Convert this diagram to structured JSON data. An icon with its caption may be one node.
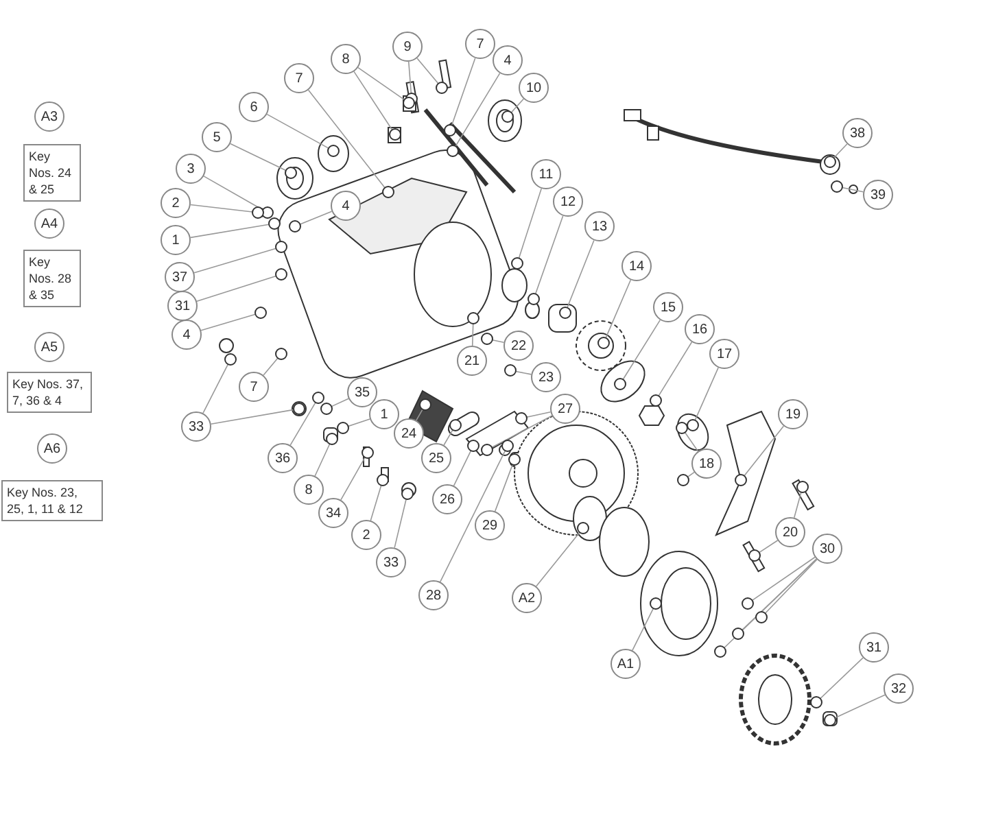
{
  "diagram": {
    "nodes": [
      {
        "text": [
          "A3"
        ]
      },
      {
        "text": [
          "Key Nos. 24 & 25"
        ]
      },
      {
        "text": [
          "A4"
        ]
      },
      {
        "text": [
          "Key Nos. 28 & 35"
        ]
      },
      {
        "text": [
          "A5"
        ]
      },
      {
        "text": [
          "Key Nos. 37, 7, 36 & 4"
        ]
      },
      {
        "text": [
          "A6"
        ]
      },
      {
        "text": [
          "Key Nos. 23, 25, 1, 11 & 12"
        ]
      },
      {
        "text": [
          "9"
        ]
      },
      {
        "text": [
          "7"
        ]
      },
      {
        "text": [
          "4"
        ]
      },
      {
        "text": [
          "8"
        ]
      },
      {
        "text": [
          "10"
        ]
      },
      {
        "text": [
          "7"
        ]
      },
      {
        "text": [
          "6"
        ]
      },
      {
        "text": [
          "5"
        ]
      },
      {
        "text": [
          "3"
        ]
      },
      {
        "text": [
          "2"
        ]
      },
      {
        "text": [
          "4"
        ]
      },
      {
        "text": [
          "1"
        ]
      },
      {
        "text": [
          "37"
        ]
      },
      {
        "text": [
          "31"
        ]
      },
      {
        "text": [
          "11"
        ]
      },
      {
        "text": [
          "12"
        ]
      },
      {
        "text": [
          "13"
        ]
      },
      {
        "text": [
          "14"
        ]
      },
      {
        "text": [
          "15"
        ]
      },
      {
        "text": [
          "16"
        ]
      },
      {
        "text": [
          "17"
        ]
      },
      {
        "text": [
          "4"
        ]
      },
      {
        "text": [
          "7"
        ]
      },
      {
        "text": [
          "22"
        ]
      },
      {
        "text": [
          "21"
        ]
      },
      {
        "text": [
          "23"
        ]
      },
      {
        "text": [
          "33"
        ]
      },
      {
        "text": [
          "35"
        ]
      },
      {
        "text": [
          "36"
        ]
      },
      {
        "text": [
          "1"
        ]
      },
      {
        "text": [
          "8"
        ]
      },
      {
        "text": [
          "34"
        ]
      },
      {
        "text": [
          "24"
        ]
      },
      {
        "text": [
          "25"
        ]
      },
      {
        "text": [
          "26"
        ]
      },
      {
        "text": [
          "27"
        ]
      },
      {
        "text": [
          "2"
        ]
      },
      {
        "text": [
          "33"
        ]
      },
      {
        "text": [
          "29"
        ]
      },
      {
        "text": [
          "28"
        ]
      },
      {
        "text": [
          "A2"
        ]
      },
      {
        "text": [
          "18"
        ]
      },
      {
        "text": [
          "19"
        ]
      },
      {
        "text": [
          "20"
        ]
      },
      {
        "text": [
          "30"
        ]
      },
      {
        "text": [
          "A1"
        ]
      },
      {
        "text": [
          "31"
        ]
      },
      {
        "text": [
          "32"
        ]
      },
      {
        "text": [
          "38"
        ]
      },
      {
        "text": [
          "39"
        ]
      },
      {
        "text": [],
        "shape": "circle"
      },
      {
        "text": [],
        "shape": "circle"
      },
      {
        "text": [],
        "shape": "circle"
      },
      {
        "text": [],
        "shape": "circle"
      },
      {
        "text": [],
        "shape": "circle"
      },
      {
        "text": [],
        "shape": "circle"
      },
      {
        "text": [],
        "shape": "circle"
      },
      {
        "text": [],
        "shape": "circle"
      },
      {
        "text": [],
        "shape": "circle"
      },
      {
        "text": [],
        "shape": "circle"
      },
      {
        "text": [],
        "shape": "circle"
      },
      {
        "text": [],
        "shape": "circle"
      },
      {
        "text": [],
        "shape": "circle"
      },
      {
        "text": [],
        "shape": "circle"
      },
      {
        "text": [],
        "shape": "circle"
      },
      {
        "text": [],
        "shape": "circle"
      },
      {
        "text": [],
        "shape": "circle"
      },
      {
        "text": [],
        "shape": "circle"
      },
      {
        "text": [],
        "shape": "circle"
      },
      {
        "text": [],
        "shape": "circle"
      },
      {
        "text": [],
        "shape": "circle"
      },
      {
        "text": [],
        "shape": "circle"
      },
      {
        "text": [],
        "shape": "circle"
      },
      {
        "text": [],
        "shape": "circle"
      },
      {
        "text": [],
        "shape": "circle"
      },
      {
        "text": [],
        "shape": "circle"
      },
      {
        "text": [],
        "shape": "circle"
      },
      {
        "text": [],
        "shape": "circle"
      },
      {
        "text": [],
        "shape": "circle"
      },
      {
        "text": [],
        "shape": "circle"
      },
      {
        "text": [],
        "shape": "circle"
      },
      {
        "text": [],
        "shape": "circle"
      },
      {
        "text": [],
        "shape": "circle"
      },
      {
        "text": [],
        "shape": "circle"
      },
      {
        "text": [],
        "shape": "circle"
      },
      {
        "text": [],
        "shape": "circle"
      },
      {
        "text": [],
        "shape": "circle"
      },
      {
        "text": [],
        "shape": "circle"
      },
      {
        "text": [],
        "shape": "circle"
      },
      {
        "text": [],
        "shape": "circle"
      },
      {
        "text": [],
        "shape": "circle"
      },
      {
        "text": [],
        "shape": "circle"
      },
      {
        "text": [],
        "shape": "circle"
      },
      {
        "text": [],
        "shape": "circle"
      },
      {
        "text": [],
        "shape": "circle"
      },
      {
        "text": [],
        "shape": "circle"
      },
      {
        "text": [],
        "shape": "circle"
      },
      {
        "text": [],
        "shape": "circle"
      },
      {
        "text": [],
        "shape": "circle"
      },
      {
        "text": [],
        "shape": "circle"
      },
      {
        "text": [],
        "shape": "circle"
      },
      {
        "text": [],
        "shape": "circle"
      },
      {
        "text": [],
        "shape": "circle"
      },
      {
        "text": [],
        "shape": "circle"
      },
      {
        "text": [],
        "shape": "circle"
      },
      {
        "text": [],
        "shape": "circle"
      },
      {
        "text": [],
        "shape": "circle"
      },
      {
        "text": [],
        "shape": "circle"
      },
      {
        "text": [],
        "shape": "circle"
      }
    ],
    "edges": [
      {
        "from": 8,
        "to": 58,
        "arrow": "none"
      },
      {
        "from": 8,
        "to": 59,
        "arrow": "none"
      },
      {
        "from": 9,
        "to": 60,
        "arrow": "none"
      },
      {
        "from": 10,
        "to": 61,
        "arrow": "none"
      },
      {
        "from": 11,
        "to": 62,
        "arrow": "none"
      },
      {
        "from": 11,
        "to": 63,
        "arrow": "none"
      },
      {
        "from": 12,
        "to": 64,
        "arrow": "none"
      },
      {
        "from": 13,
        "to": 65,
        "arrow": "none"
      },
      {
        "from": 14,
        "to": 66,
        "arrow": "none"
      },
      {
        "from": 15,
        "to": 67,
        "arrow": "none"
      },
      {
        "from": 16,
        "to": 68,
        "arrow": "none"
      },
      {
        "from": 17,
        "to": 69,
        "arrow": "none"
      },
      {
        "from": 18,
        "to": 70,
        "arrow": "none"
      },
      {
        "from": 19,
        "to": 71,
        "arrow": "none"
      },
      {
        "from": 20,
        "to": 72,
        "arrow": "none"
      },
      {
        "from": 21,
        "to": 73,
        "arrow": "none"
      },
      {
        "from": 22,
        "to": 74,
        "arrow": "none"
      },
      {
        "from": 23,
        "to": 75,
        "arrow": "none"
      },
      {
        "from": 24,
        "to": 76,
        "arrow": "none"
      },
      {
        "from": 25,
        "to": 77,
        "arrow": "none"
      },
      {
        "from": 26,
        "to": 78,
        "arrow": "none"
      },
      {
        "from": 27,
        "to": 79,
        "arrow": "none"
      },
      {
        "from": 28,
        "to": 80,
        "arrow": "none"
      },
      {
        "from": 29,
        "to": 81,
        "arrow": "none"
      },
      {
        "from": 30,
        "to": 82,
        "arrow": "none"
      },
      {
        "from": 31,
        "to": 83,
        "arrow": "none"
      },
      {
        "from": 32,
        "to": 84,
        "arrow": "none"
      },
      {
        "from": 33,
        "to": 85,
        "arrow": "none"
      },
      {
        "from": 34,
        "to": 86,
        "arrow": "none"
      },
      {
        "from": 34,
        "to": 87,
        "arrow": "none"
      },
      {
        "from": 35,
        "to": 88,
        "arrow": "none"
      },
      {
        "from": 36,
        "to": 89,
        "arrow": "none"
      },
      {
        "from": 37,
        "to": 90,
        "arrow": "none"
      },
      {
        "from": 38,
        "to": 91,
        "arrow": "none"
      },
      {
        "from": 39,
        "to": 92,
        "arrow": "none"
      },
      {
        "from": 40,
        "to": 93,
        "arrow": "none"
      },
      {
        "from": 41,
        "to": 94,
        "arrow": "none"
      },
      {
        "from": 42,
        "to": 95,
        "arrow": "none"
      },
      {
        "from": 43,
        "to": 96,
        "arrow": "none"
      },
      {
        "from": 43,
        "to": 97,
        "arrow": "none"
      },
      {
        "from": 44,
        "to": 98,
        "arrow": "none"
      },
      {
        "from": 45,
        "to": 99,
        "arrow": "none"
      },
      {
        "from": 46,
        "to": 100,
        "arrow": "none"
      },
      {
        "from": 47,
        "to": 101,
        "arrow": "none"
      },
      {
        "from": 48,
        "to": 102,
        "arrow": "none"
      },
      {
        "from": 49,
        "to": 103,
        "arrow": "none"
      },
      {
        "from": 49,
        "to": 104,
        "arrow": "none"
      },
      {
        "from": 50,
        "to": 105,
        "arrow": "none"
      },
      {
        "from": 51,
        "to": 106,
        "arrow": "none"
      },
      {
        "from": 51,
        "to": 107,
        "arrow": "none"
      },
      {
        "from": 52,
        "to": 108,
        "arrow": "none"
      },
      {
        "from": 52,
        "to": 109,
        "arrow": "none"
      },
      {
        "from": 52,
        "to": 110,
        "arrow": "none"
      },
      {
        "from": 52,
        "to": 111,
        "arrow": "none"
      },
      {
        "from": 53,
        "to": 112,
        "arrow": "none"
      },
      {
        "from": 54,
        "to": 113,
        "arrow": "none"
      },
      {
        "from": 55,
        "to": 114,
        "arrow": "none"
      },
      {
        "from": 56,
        "to": 115,
        "arrow": "none"
      },
      {
        "from": 57,
        "to": 116,
        "arrow": "none"
      }
    ]
  }
}
